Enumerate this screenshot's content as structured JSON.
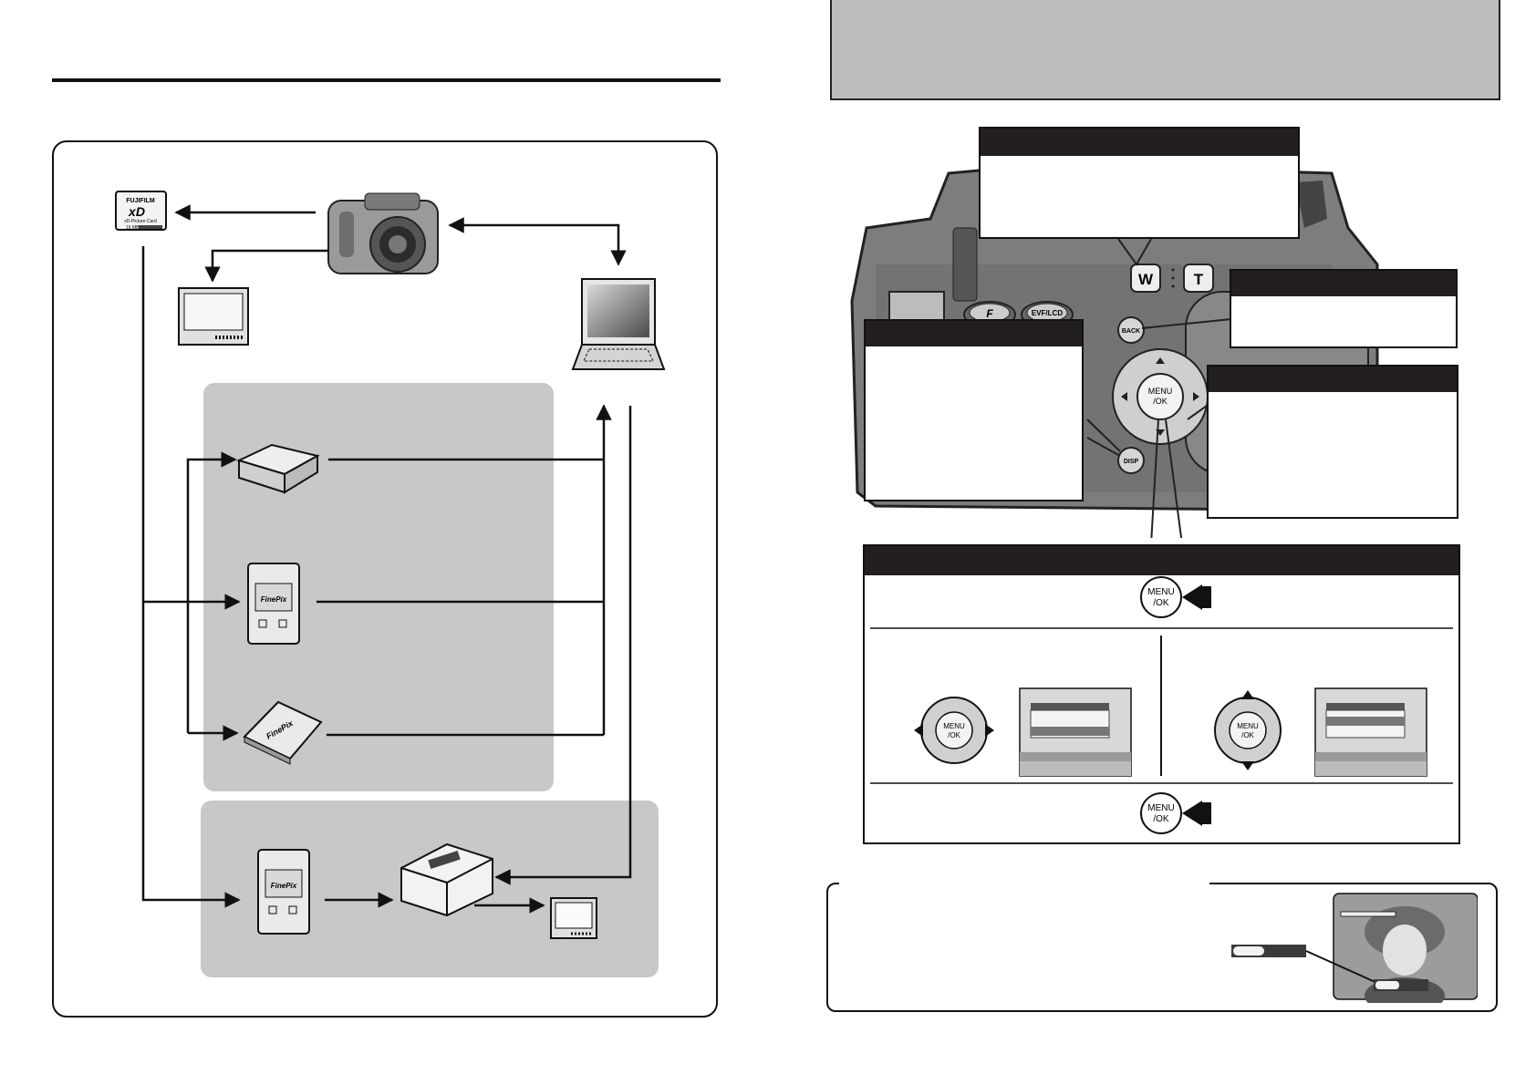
{
  "labels": {
    "xd_brand": "FUJIFILM",
    "xd_logo": "xD",
    "xd_sub": "xD-Picture Card",
    "xd_size": "16 MB",
    "finepix": "FinePix",
    "btn_f": "F",
    "btn_evf": "EVF/LCD",
    "btn_back": "BACK",
    "btn_disp": "DISP",
    "btn_w": "W",
    "btn_t": "T",
    "menu_line1": "MENU",
    "menu_line2": "/OK"
  },
  "colors": {
    "dark_bar": "#231f20",
    "gray_panel": "#c8c8c8",
    "header_gray": "#bdbdbd"
  }
}
